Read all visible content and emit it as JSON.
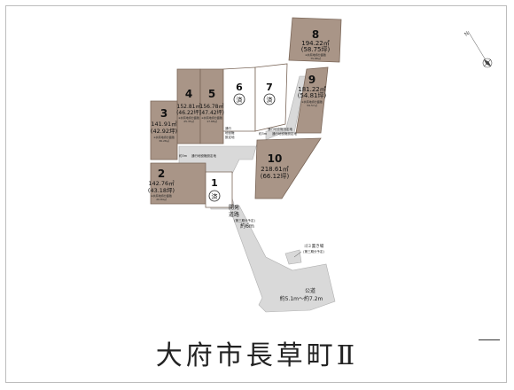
{
  "title": "大府市長草町Ⅱ",
  "page_mark": "一",
  "lots": [
    {
      "id": "lot-8",
      "number": "8",
      "area_m2": "194.22㎡",
      "area_tsubo": "(58.75坪)",
      "note1": "※共有地持分面積",
      "note2": "75.88㎡",
      "sold": false,
      "status": "available"
    },
    {
      "id": "lot-9",
      "number": "9",
      "area_m2": "181.22㎡",
      "area_tsubo": "(54.81坪)",
      "note1": "※共有地持分面積",
      "note2": "59.57㎡",
      "sold": false,
      "status": "available"
    },
    {
      "id": "lot-4",
      "number": "4",
      "area_m2": "152.81㎡",
      "area_tsubo": "(46.22坪)",
      "note1": "※共有地持分面積",
      "note2": "25.35㎡",
      "sold": false,
      "status": "available"
    },
    {
      "id": "lot-5",
      "number": "5",
      "area_m2": "156.78㎡",
      "area_tsubo": "(47.42坪)",
      "note1": "※共有地持分面積",
      "note2": "17.68㎡",
      "sold": false,
      "status": "available"
    },
    {
      "id": "lot-3",
      "number": "3",
      "area_m2": "141.91㎡",
      "area_tsubo": "(42.92坪)",
      "note1": "※共有地持分面積",
      "note2": "36.28㎡",
      "sold": false,
      "status": "available"
    },
    {
      "id": "lot-2",
      "number": "2",
      "area_m2": "142.76㎡",
      "area_tsubo": "(43.18坪)",
      "note1": "※共有地持分面積",
      "note2": "20.84㎡",
      "sold": false,
      "status": "available"
    },
    {
      "id": "lot-10",
      "number": "10",
      "area_m2": "218.61㎡",
      "area_tsubo": "(66.12坪)",
      "note1": "",
      "note2": "",
      "sold": false,
      "status": "available"
    },
    {
      "id": "lot-6",
      "number": "6",
      "sold_label": "済",
      "sold": true,
      "status": "sold"
    },
    {
      "id": "lot-7",
      "number": "7",
      "sold_label": "済",
      "sold": true,
      "status": "sold"
    },
    {
      "id": "lot-1",
      "number": "1",
      "sold_label": "済",
      "sold": true,
      "status": "sold"
    }
  ],
  "annotations": {
    "road_dev_l1": "開発",
    "road_dev_l2": "道路",
    "road_dev_l3": "(第三期分予定)",
    "road_dev_l4": "約6m",
    "public_road_l1": "公道",
    "public_road_l2": "約5.1m～約7.2m",
    "garbage_l1": "ゴミ置き場",
    "garbage_l2": "(第三期分予定)",
    "easement_l1": "通行地役権設定地",
    "easement_small": "通行地役権設定地",
    "easement_small2": "通行地役権設定地",
    "width_label": "約3m",
    "width_label2": "約3m",
    "jointly_l1": "通行",
    "jointly_l2": "地役権",
    "jointly_l3": "設定地"
  },
  "compass": {
    "label": "N",
    "icon": "north-arrow-icon"
  },
  "colors": {
    "lot_fill": "#a99587",
    "lot_stroke": "#7a6658",
    "road": "#d9d9d9",
    "sold_fill": "#ffffff",
    "frame": "#bdbdbd"
  }
}
